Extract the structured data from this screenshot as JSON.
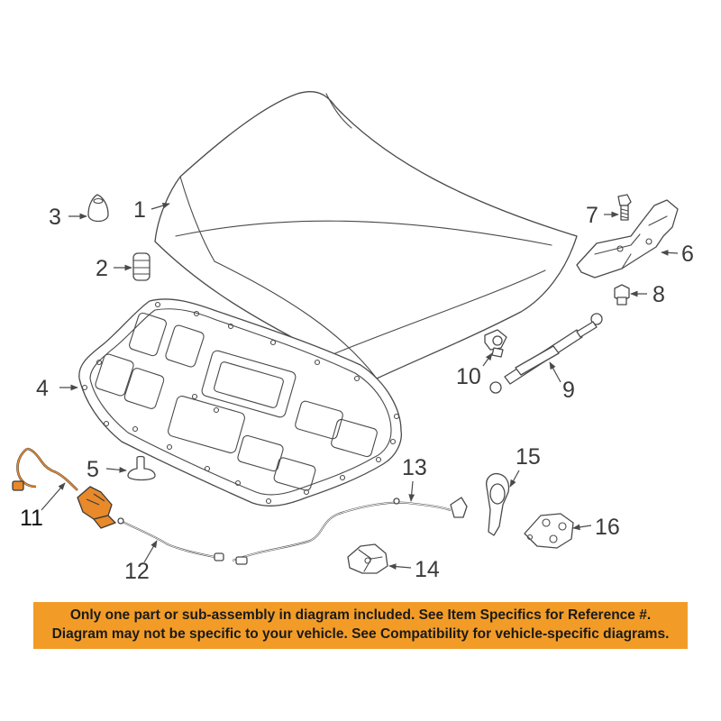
{
  "callouts": [
    "1",
    "2",
    "3",
    "4",
    "5",
    "6",
    "7",
    "8",
    "9",
    "10",
    "11",
    "12",
    "13",
    "14",
    "15",
    "16"
  ],
  "highlight_color": "#e8892a",
  "banner": {
    "background": "#f29c27",
    "line1": "Only one part or sub-assembly in diagram included. See Item Specifics for Reference #.",
    "line2": "Diagram may not be specific to your vehicle. See Compatibility for vehicle-specific diagrams."
  }
}
